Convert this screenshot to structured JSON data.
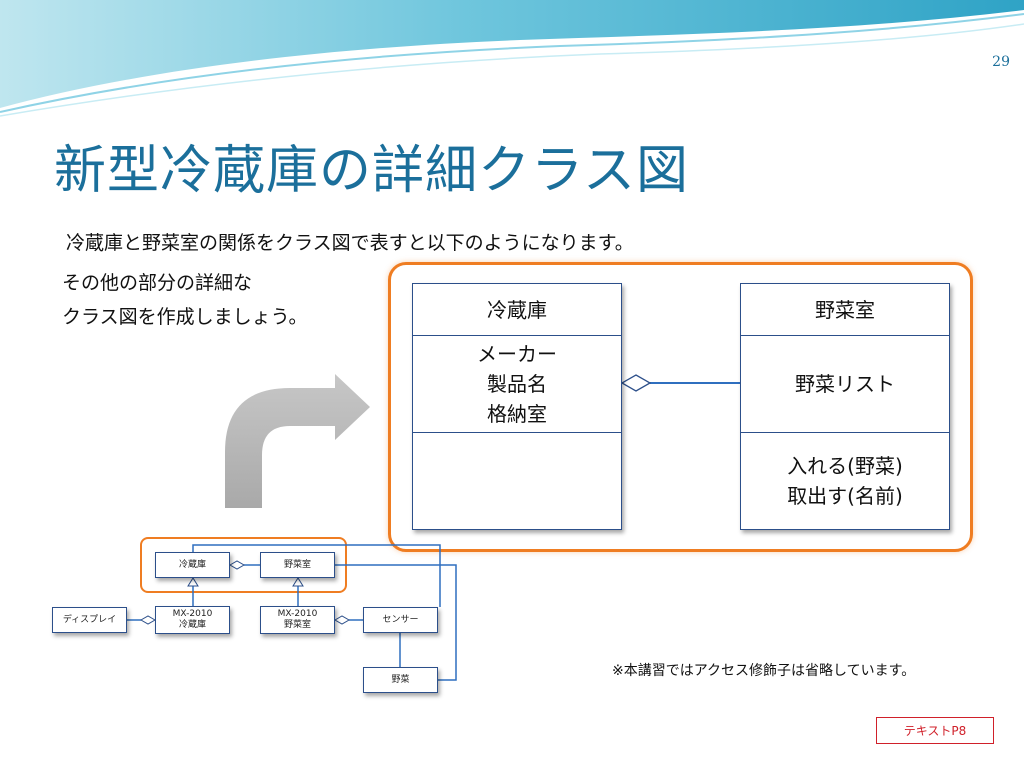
{
  "slide": {
    "page_number": "29",
    "title": "新型冷蔵庫の詳細クラス図",
    "intro": "冷蔵庫と野菜室の関係をクラス図で表すと以下のようになります。",
    "instruction_lines": [
      "その他の部分の詳細な",
      "クラス図を作成しましょう。"
    ],
    "note": "※本講習ではアクセス修飾子は省略しています。",
    "text_reference": "テキストP8"
  },
  "detail_classes": {
    "reizoko": {
      "name": "冷蔵庫",
      "attributes": [
        "メーカー",
        "製品名",
        "格納室"
      ],
      "operations": []
    },
    "yasaishitsu": {
      "name": "野菜室",
      "attributes": [
        "野菜リスト"
      ],
      "operations": [
        "入れる(野菜)",
        "取出す(名前)"
      ]
    }
  },
  "overview_classes": {
    "reizoko": "冷蔵庫",
    "yasaishitsu": "野菜室",
    "display": "ディスプレイ",
    "mx_reizoko": [
      "MX-2010",
      "冷蔵庫"
    ],
    "mx_yasaishitsu": [
      "MX-2010",
      "野菜室"
    ],
    "sensor": "センサー",
    "yasai": "野菜"
  },
  "colors": {
    "title": "#1b6f9b",
    "highlight_frame": "#ef7d22",
    "class_border": "#2c4f8a",
    "association_line": "#2f6fbf",
    "arrow": "#b3b3b3",
    "text_reference": "#d0202a"
  }
}
